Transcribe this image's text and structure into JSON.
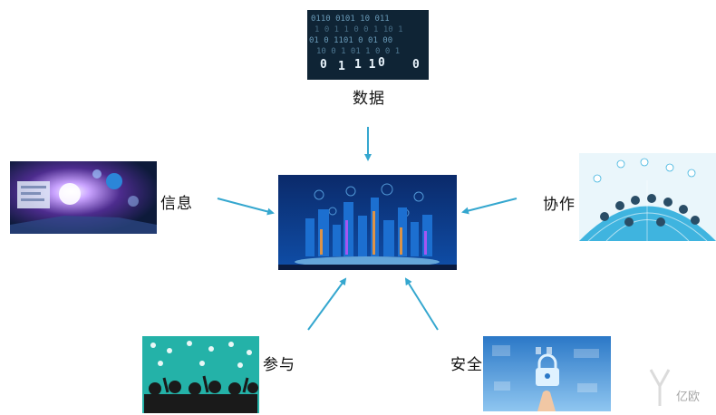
{
  "diagram": {
    "center": {
      "label": ""
    },
    "nodes": {
      "top": {
        "label": "数据"
      },
      "left": {
        "label": "信息"
      },
      "right": {
        "label": "协作"
      },
      "bottom_left": {
        "label": "参与"
      },
      "bottom_right": {
        "label": "安全"
      }
    },
    "edges": [
      {
        "from": "top",
        "to": "center"
      },
      {
        "from": "left",
        "to": "center"
      },
      {
        "from": "right",
        "to": "center"
      },
      {
        "from": "bottom_left",
        "to": "center"
      },
      {
        "from": "bottom_right",
        "to": "center"
      }
    ],
    "arrow_color": "#35a7cf"
  },
  "watermark": {
    "text": "亿欧"
  }
}
